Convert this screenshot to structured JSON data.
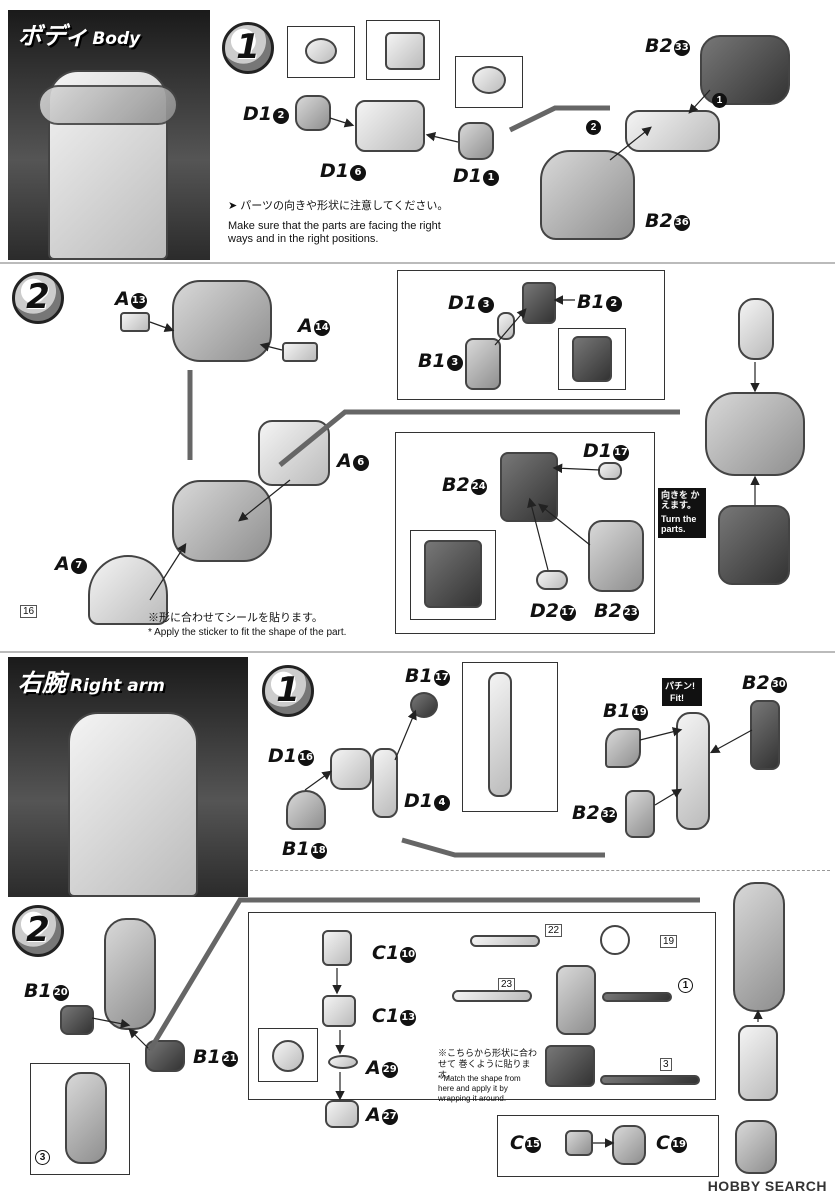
{
  "body_section": {
    "title_jp": "ボディ",
    "title_en": "Body",
    "step1": {
      "num": "1",
      "labels": {
        "b2_33": "B2",
        "d1_2": "D1",
        "d1_6": "D1",
        "d1_1": "D1",
        "b2_36": "B2"
      },
      "label_nums": {
        "b2_33": "33",
        "d1_2": "2",
        "d1_6": "6",
        "d1_1": "1",
        "b2_36": "36"
      },
      "note_jp": "パーツの向きや形状に注意してください。",
      "note_en": "Make sure that the parts are facing the right ways and in the right positions."
    },
    "step2": {
      "num": "2",
      "labels": {
        "a13": "A",
        "a14": "A",
        "a6": "A",
        "a7": "A",
        "d1_3": "D1",
        "b1_2": "B1",
        "b1_3": "B1",
        "d1_17": "D1",
        "b2_24": "B2",
        "d2_17": "D2",
        "b2_23": "B2"
      },
      "label_nums": {
        "a13": "13",
        "a14": "14",
        "a6": "6",
        "a7": "7",
        "d1_3": "3",
        "b1_2": "2",
        "b1_3": "3",
        "d1_17": "17",
        "b2_24": "24",
        "d2_17": "17",
        "b2_23": "23"
      },
      "turn_jp": "向きを かえます。",
      "turn_en": "Turn the parts.",
      "sticker_num": "16",
      "sticker_jp": "※形に合わせてシールを貼ります。",
      "sticker_en": "* Apply the sticker to fit the shape of the part."
    }
  },
  "arm_section": {
    "title_jp": "右腕",
    "title_en": "Right arm",
    "step1": {
      "num": "1",
      "labels": {
        "b1_17": "B1",
        "d1_16": "D1",
        "d1_4": "D1",
        "b1_18": "B1",
        "b1_19": "B1",
        "b2_30": "B2",
        "b2_32": "B2"
      },
      "label_nums": {
        "b1_17": "17",
        "d1_16": "16",
        "d1_4": "4",
        "b1_18": "18",
        "b1_19": "19",
        "b2_30": "30",
        "b2_32": "32"
      },
      "fit_jp": "パチン!",
      "fit_en": "Fit!"
    },
    "step2": {
      "num": "2",
      "labels": {
        "b1_20": "B1",
        "b1_21": "B1",
        "c1_10": "C1",
        "c1_13": "C1",
        "a29": "A",
        "a27": "A",
        "c15": "C",
        "c19": "C"
      },
      "label_nums": {
        "b1_20": "20",
        "b1_21": "21",
        "c1_10": "10",
        "c1_13": "13",
        "a29": "29",
        "a27": "27",
        "c15": "15",
        "c19": "19"
      },
      "stickers": {
        "s22": "22",
        "s19": "19",
        "s23": "23",
        "s1": "1",
        "s3": "3"
      },
      "wrap_jp": "※こちらから形状に合わせて 巻くように貼ります。",
      "wrap_en": "* Match the shape from here and apply it by wrapping it around."
    }
  },
  "watermark": "HOBBY SEARCH"
}
